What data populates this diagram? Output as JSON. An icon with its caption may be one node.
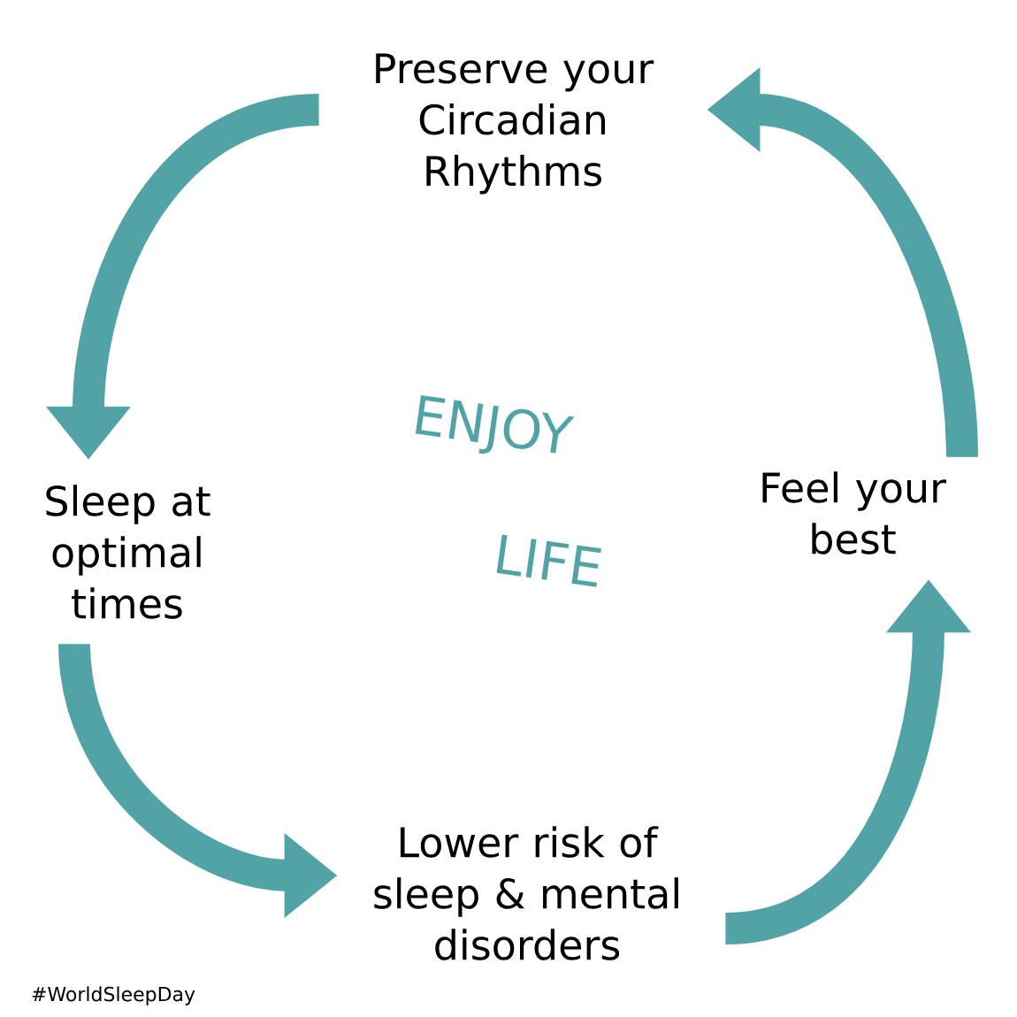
{
  "diagram": {
    "nodes": [
      {
        "text": [
          "Preserve your Circadian Rhythms"
        ]
      },
      {
        "text": [
          "Sleep at optimal times"
        ]
      },
      {
        "text": [
          "Lower risk of sleep & mental disorders"
        ]
      },
      {
        "text": [
          "Feel your best"
        ]
      }
    ],
    "edges": [
      {
        "from": 0,
        "to": 1,
        "arrow": "to"
      },
      {
        "from": 1,
        "to": 2,
        "arrow": "to"
      },
      {
        "from": 2,
        "to": 3,
        "arrow": "to"
      },
      {
        "from": 3,
        "to": 0,
        "arrow": "to"
      }
    ],
    "labels": [
      "ENJOY",
      "LIFE",
      "#WorldSleepDay"
    ]
  }
}
